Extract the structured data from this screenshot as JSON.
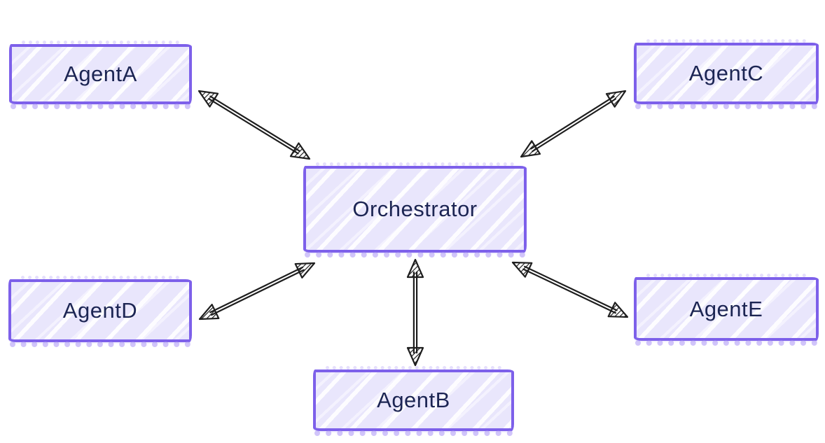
{
  "diagram": {
    "nodes": {
      "orchestrator": {
        "label": "Orchestrator"
      },
      "agent_a": {
        "label": "AgentA"
      },
      "agent_b": {
        "label": "AgentB"
      },
      "agent_c": {
        "label": "AgentC"
      },
      "agent_d": {
        "label": "AgentD"
      },
      "agent_e": {
        "label": "AgentE"
      }
    },
    "edges": [
      {
        "from": "agent_a",
        "to": "orchestrator",
        "direction": "bidirectional"
      },
      {
        "from": "agent_c",
        "to": "orchestrator",
        "direction": "bidirectional"
      },
      {
        "from": "agent_d",
        "to": "orchestrator",
        "direction": "bidirectional"
      },
      {
        "from": "agent_e",
        "to": "orchestrator",
        "direction": "bidirectional"
      },
      {
        "from": "agent_b",
        "to": "orchestrator",
        "direction": "bidirectional"
      }
    ],
    "colors": {
      "node_border": "#7d60ea",
      "node_fill": "#e9e6fc",
      "node_text": "#1c2553",
      "arrow": "#1e1e1e",
      "background": "#ffffff"
    }
  }
}
